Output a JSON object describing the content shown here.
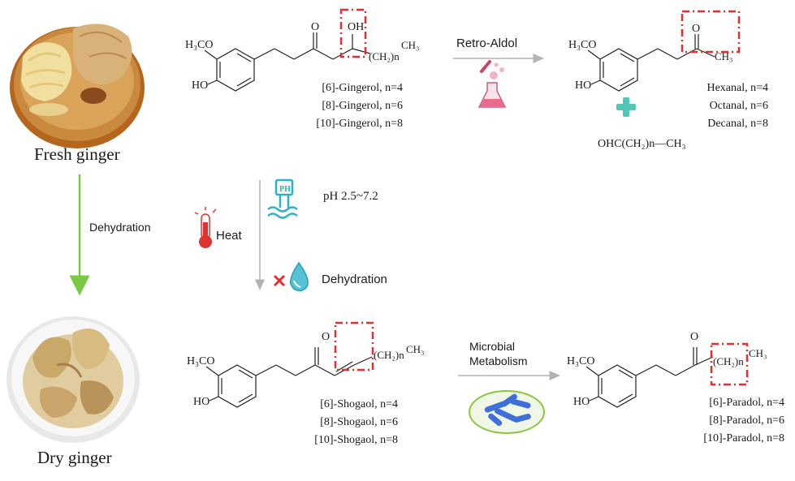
{
  "colors": {
    "green_arrow": "#7ac943",
    "gray_arrow": "#b3b3b3",
    "highlight_box": "#e03030",
    "teal_icon": "#29b3c9",
    "plus": "#4fc6b8",
    "microbe_blue": "#3f6fd8",
    "microbe_ring": "#8cc63f"
  },
  "icons": {
    "fresh_ginger": "fresh-ginger-photo",
    "dry_ginger": "dry-ginger-photo",
    "lab": "dropper-flask-icon",
    "thermometer": "thermometer-icon",
    "ph": "ph-meter-icon",
    "drop": "water-drop-icon",
    "cross": "red-cross-icon",
    "plus": "plus-icon",
    "microbes": "microbe-icon"
  },
  "left": {
    "fresh_label": "Fresh ginger",
    "dry_label": "Dry ginger",
    "dehydration_label": "Dehydration"
  },
  "conditions": {
    "heat": "Heat",
    "ph": "pH 2.5~7.2",
    "dehydration": "Dehydration"
  },
  "gingerol": {
    "labels": [
      "[6]-Gingerol, n=4",
      "[8]-Gingerol, n=6",
      "[10]-Gingerol, n=8"
    ],
    "methoxy": "H₃CO",
    "hydroxy": "HO",
    "ketone_o": "O",
    "alcohol": "OH",
    "chain": "(CH₂)n",
    "terminal": "CH₃"
  },
  "retro_aldol": {
    "label": "Retro-Aldol",
    "methoxy": "H₃CO",
    "hydroxy": "HO",
    "ketone_o": "O",
    "terminal": "CH₃",
    "aldehyde_labels": [
      "Hexanal, n=4",
      "Octanal, n=6",
      "Decanal, n=8"
    ],
    "aldehyde_formula": "OHC(CH₂)n—CH₃"
  },
  "shogaol": {
    "labels": [
      "[6]-Shogaol, n=4",
      "[8]-Shogaol, n=6",
      "[10]-Shogaol, n=8"
    ],
    "methoxy": "H₃CO",
    "hydroxy": "HO",
    "ketone_o": "O",
    "chain": "(CH₂)n",
    "terminal": "CH₃"
  },
  "microbial": {
    "label_line1": "Microbial",
    "label_line2": "Metabolism"
  },
  "paradol": {
    "labels": [
      "[6]-Paradol, n=4",
      "[8]-Paradol, n=6",
      "[10]-Paradol, n=8"
    ],
    "methoxy": "H₃CO",
    "hydroxy": "HO",
    "ketone_o": "O",
    "chain": "(CH₂)n",
    "terminal": "CH₃"
  }
}
